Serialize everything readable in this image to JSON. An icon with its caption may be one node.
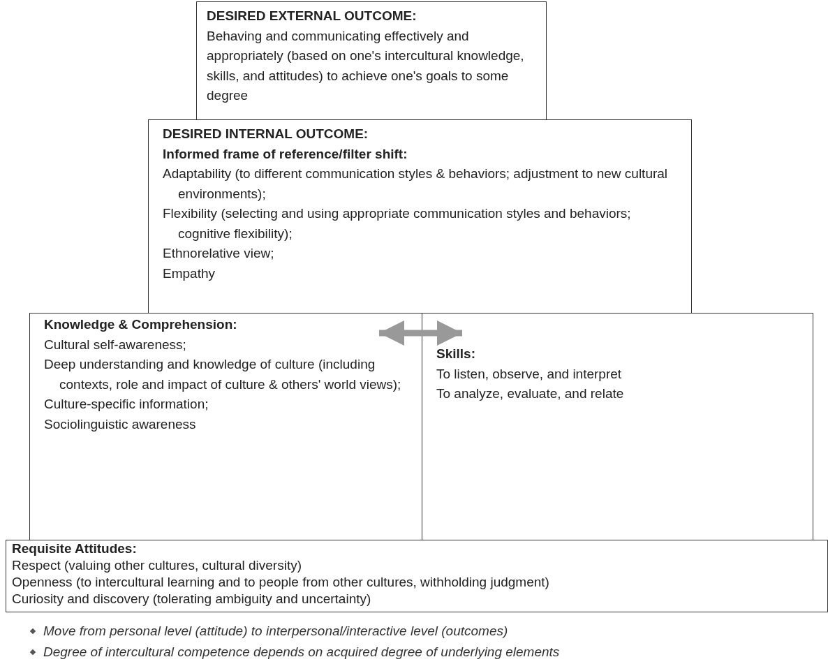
{
  "diagram": {
    "nodes": [
      {
        "text": [
          "DESIRED EXTERNAL OUTCOME:",
          "Behaving and communicating effectively and appropriately (based on one's intercultural knowledge, skills, and attitudes) to achieve one's goals to some degree"
        ]
      },
      {
        "text": [
          "DESIRED INTERNAL OUTCOME:",
          "Informed frame of reference/filter shift:",
          "Adaptability (to different communication styles & behaviors; adjustment to new cultural environments);",
          "Flexibility (selecting and using appropriate communication styles and behaviors; cognitive flexibility);",
          "Ethnorelative view;",
          "Empathy"
        ]
      },
      {
        "text": [
          "Knowledge & Comprehension:",
          "Cultural self-awareness;",
          "Deep understanding and knowledge of culture (including contexts, role and impact of culture & others' world views);",
          "Culture-specific information;",
          "Sociolinguistic awareness"
        ]
      },
      {
        "text": [
          "Skills:",
          "To listen, observe, and interpret",
          "To analyze, evaluate, and relate"
        ]
      },
      {
        "text": [
          "Requisite Attitudes:",
          "Respect (valuing other cultures, cultural diversity)",
          "Openness (to intercultural learning and to people from other cultures, withholding judgment)",
          "Curiosity and discovery (tolerating ambiguity and uncertainty)"
        ]
      }
    ],
    "edges": [
      {
        "from": 2,
        "to": 3,
        "arrow": "both",
        "color": "#999999"
      }
    ],
    "labels": [
      "Move from personal level (attitude) to interpersonal/interactive level (outcomes)",
      "Degree of intercultural competence depends on acquired degree of underlying elements"
    ]
  }
}
